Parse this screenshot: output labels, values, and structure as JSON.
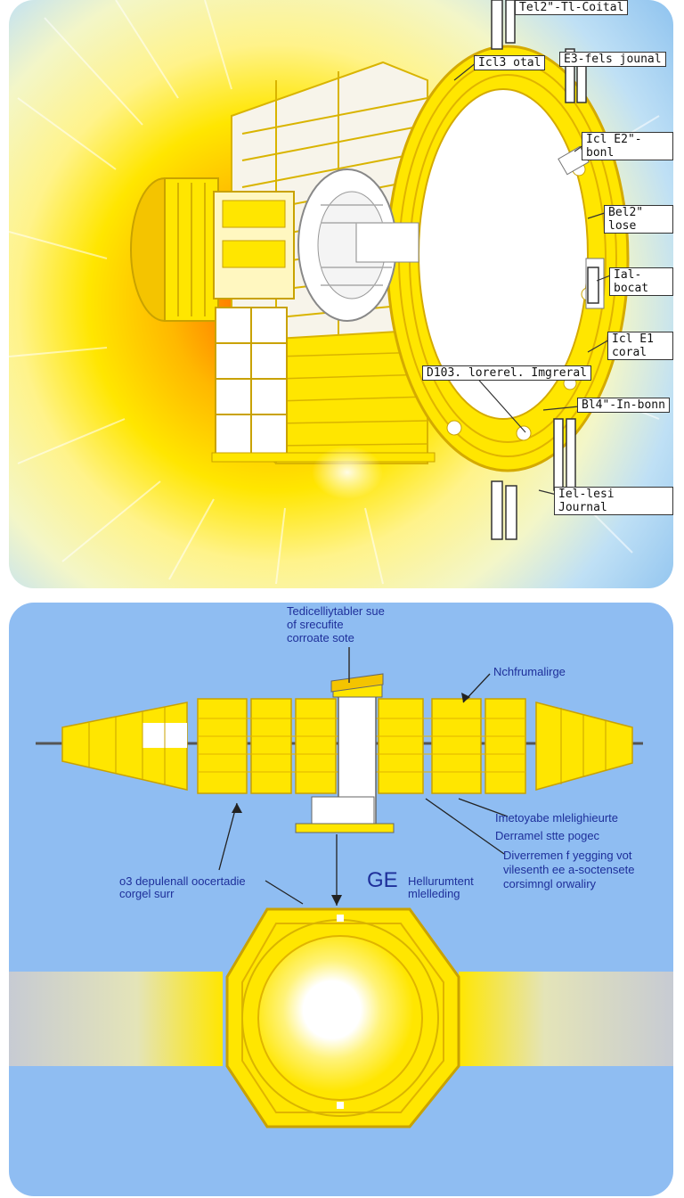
{
  "top": {
    "callouts": [
      "Tel2\"-Tl-Coital",
      "Icl3 otal",
      "E3-fels jounal",
      "Icl E2\"-bonl",
      "Bel2\" lose",
      "Ial-bocat",
      "Icl E1 coral",
      "D103. lorerel. Imgreral",
      "Bl4\"-In-bonn",
      "Iel-lesi Journal"
    ]
  },
  "bottom": {
    "callouts": [
      "Tedicelliytabler sue",
      "of srecufite",
      "corroate sote",
      "Nchfrumalirge",
      "Imetoyabe mlelighieurte",
      "Derramel stte pogec",
      "Diverremen f yegging vot",
      "vilesenth ee a-soctensete",
      "corsimngl orwaliry",
      "o3 depulenall oocertadie",
      "corgel surr",
      "GE",
      "Hellurumtent",
      "mlelleding"
    ]
  },
  "colors": {
    "yellow": "#ffe600",
    "deep_yellow": "#f4c400",
    "orange_glow": "#ff5a00",
    "sky_blue": "#8fbdf2",
    "label_blue": "#1e2f9a",
    "white": "#ffffff",
    "line_dark": "#333333"
  }
}
